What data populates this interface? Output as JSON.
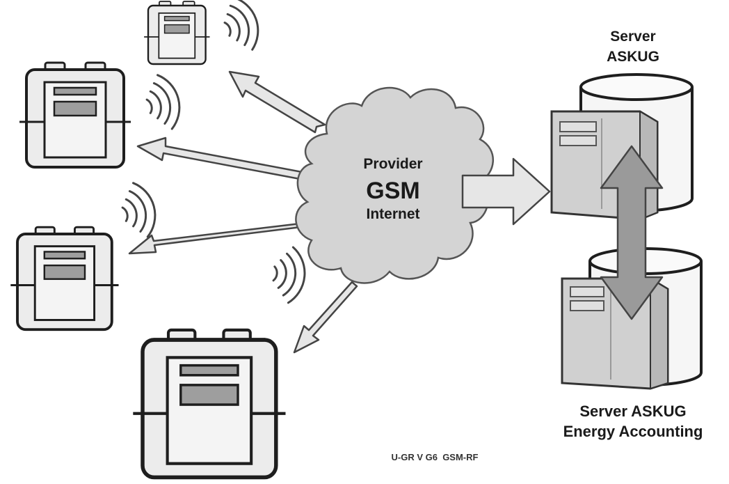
{
  "diagram": {
    "server_top": {
      "line1": "Server",
      "line2": "ASKUG"
    },
    "server_bottom": {
      "line1": "Server ASKUG",
      "line2": "Energy Accounting"
    },
    "cloud": {
      "line1": "Provider",
      "line2": "GSM",
      "line3": "Internet"
    },
    "caption": "U-GR V G6  GSM-RF"
  },
  "colors": {
    "meter_body": "#ececec",
    "meter_window": "#9e9e9e",
    "cloud_fill": "#d4d4d4",
    "server_fill": "#d0d0d0",
    "arrow_fill": "#e6e6e6",
    "outline": "#1e1e1e"
  },
  "icons": [
    "gas-meter-icon",
    "wireless-signal-icon",
    "cloud-icon",
    "server-icon",
    "database-icon",
    "bidirectional-arrow-icon"
  ]
}
